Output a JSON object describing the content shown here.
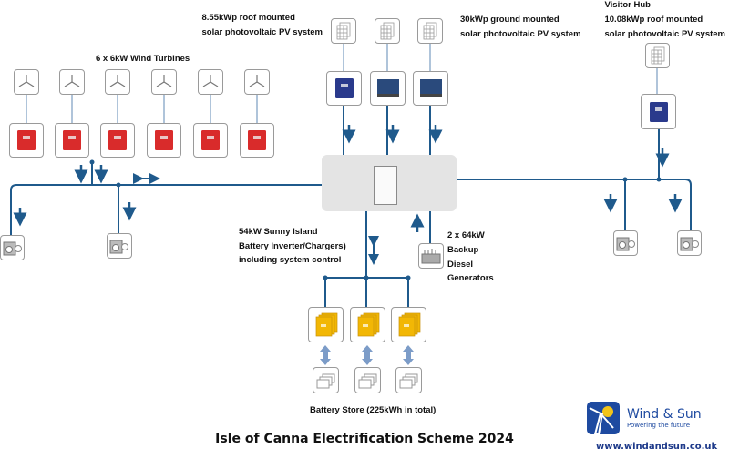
{
  "labels": {
    "wind": "6 x 6kW Wind Turbines",
    "roof_pv": [
      "8.55kWp roof mounted",
      "solar photovoltaic PV system"
    ],
    "ground_pv": [
      "30kWp ground mounted",
      "solar photovoltaic PV system"
    ],
    "visitor_pv": [
      "Visitor Hub",
      "10.08kWp roof mounted",
      "solar photovoltaic PV system"
    ],
    "sunny_island": [
      "54kW Sunny Island",
      "Battery Inverter/Chargers)",
      "including system control"
    ],
    "diesel": [
      "2 x 64kW",
      "Backup",
      "Diesel",
      "Generators"
    ],
    "battery_store": "Battery Store (225kWh in total)"
  },
  "title": "Isle of Canna Electrification Scheme 2024",
  "logo": {
    "brand": "Wind & Sun",
    "tagline": "Powering the future",
    "url": "www.windandsun.co.uk"
  },
  "colors": {
    "wire": "#1f5a8c",
    "wind_inverter": "#d92b2b",
    "pv_inverter": "#2a3a8c",
    "battery_inverter": "#f2b705",
    "hub": "#e4e4e4",
    "battery_arrow": "#7c9cc8"
  }
}
